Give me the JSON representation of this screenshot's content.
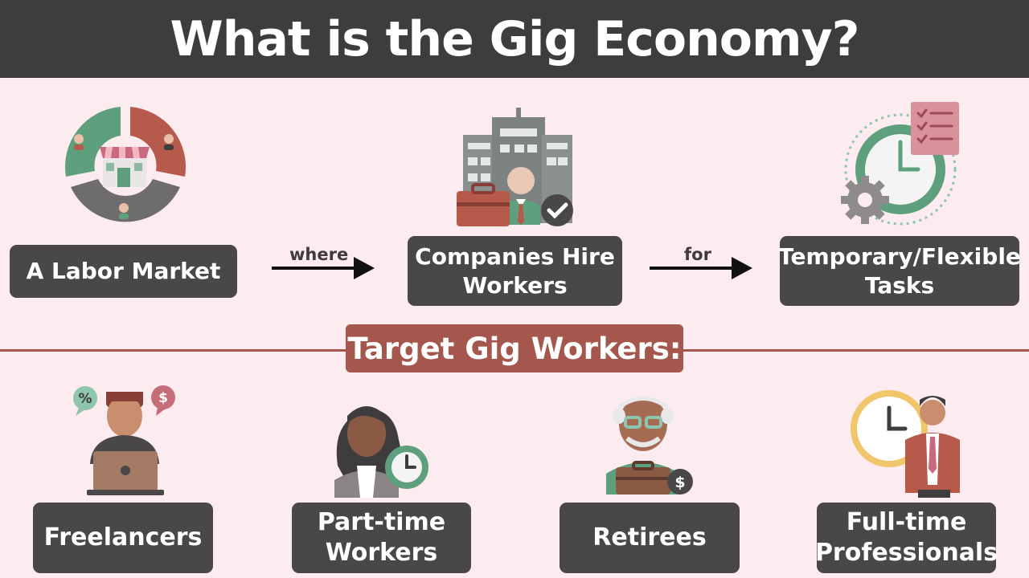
{
  "header": {
    "title": "What is the Gig Economy?"
  },
  "flow": {
    "step1": "A Labor Market",
    "connector1": "where",
    "step2_line1": "Companies Hire",
    "step2_line2": "Workers",
    "connector2": "for",
    "step3_line1": "Temporary/Flexible",
    "step3_line2": "Tasks"
  },
  "section": {
    "title": "Target Gig Workers:"
  },
  "workers": {
    "w1": "Freelancers",
    "w2_line1": "Part-time",
    "w2_line2": "Workers",
    "w3": "Retirees",
    "w4_line1": "Full-time",
    "w4_line2": "Professionals"
  },
  "icons": {
    "market": "labor-market-icon",
    "company": "company-building-icon",
    "tasks": "clock-checklist-icon",
    "freelancer": "freelancer-laptop-icon",
    "parttime": "woman-clock-icon",
    "retiree": "retiree-briefcase-icon",
    "fulltime": "businessman-clock-icon",
    "percent_symbol": "%",
    "dollar_symbol": "$"
  },
  "colors": {
    "header_bg": "#3f3c3d",
    "page_bg": "#fcebef",
    "box_bg": "#4a4748",
    "accent_red": "#a5564d",
    "accent_green": "#5ea07e"
  }
}
